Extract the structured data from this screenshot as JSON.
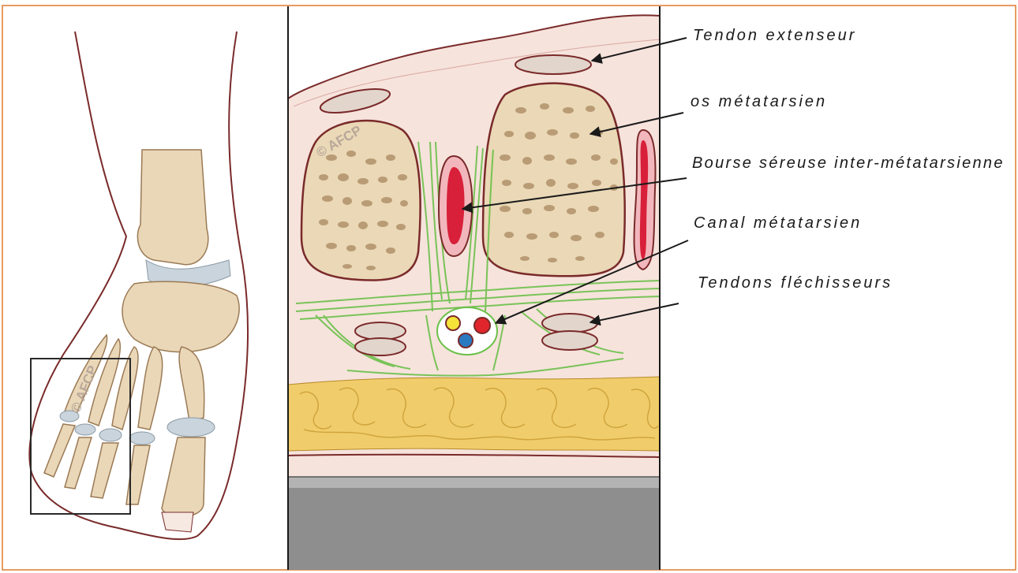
{
  "figure": {
    "watermark": "© AFCP",
    "labels": {
      "tendon_extenseur": "Tendon extenseur",
      "os_metatarsien": "os métatarsien",
      "bourse": "Bourse séreuse inter-métatarsienne",
      "canal": "Canal métatarsien",
      "tendons_flechisseurs": "Tendons fléchisseurs"
    }
  },
  "colors": {
    "frame": "#e07a2c",
    "bone": "#e9d7b8",
    "cartilage": "#c9d4dc",
    "skin_outline": "#7a2a2a",
    "fascia": "#6cc04a",
    "bursa": "#d8203a",
    "fat": "#f0cd6a",
    "dermis": "#f6e3dc",
    "platform": "#8e8e8e"
  }
}
